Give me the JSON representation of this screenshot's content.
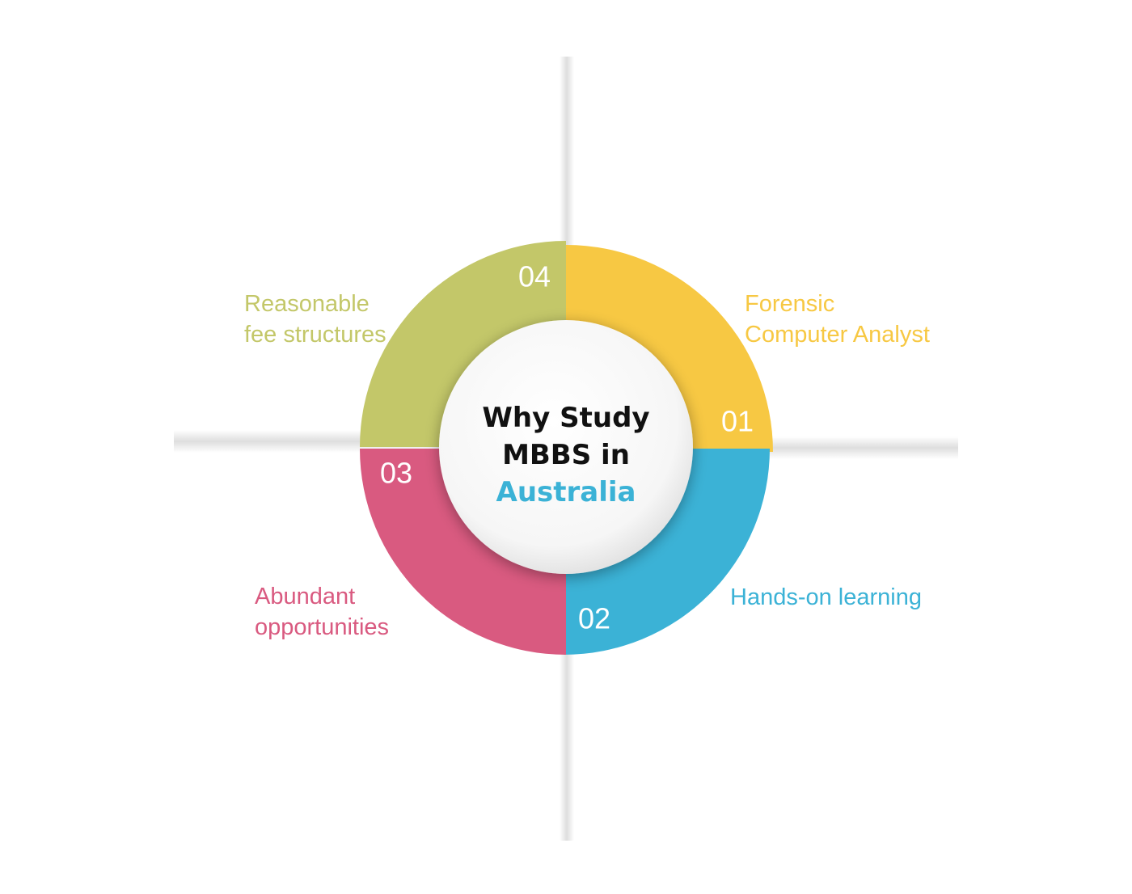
{
  "center": {
    "line1": "Why Study",
    "line2": "MBBS in",
    "line3": "Australia"
  },
  "items": [
    {
      "number": "01",
      "line1": "Forensic",
      "line2": "Computer Analyst",
      "color": "#f7c843"
    },
    {
      "number": "02",
      "line1": "Hands-on learning",
      "line2": "",
      "color": "#3bb2d6"
    },
    {
      "number": "03",
      "line1": "Abundant",
      "line2": "opportunities",
      "color": "#d95a80"
    },
    {
      "number": "04",
      "line1": "Reasonable",
      "line2": "fee structures",
      "color": "#c3c769"
    }
  ],
  "colors": {
    "title": "#111111",
    "title_accent": "#3bb2d6",
    "number_text": "#ffffff",
    "background": "#ffffff"
  }
}
